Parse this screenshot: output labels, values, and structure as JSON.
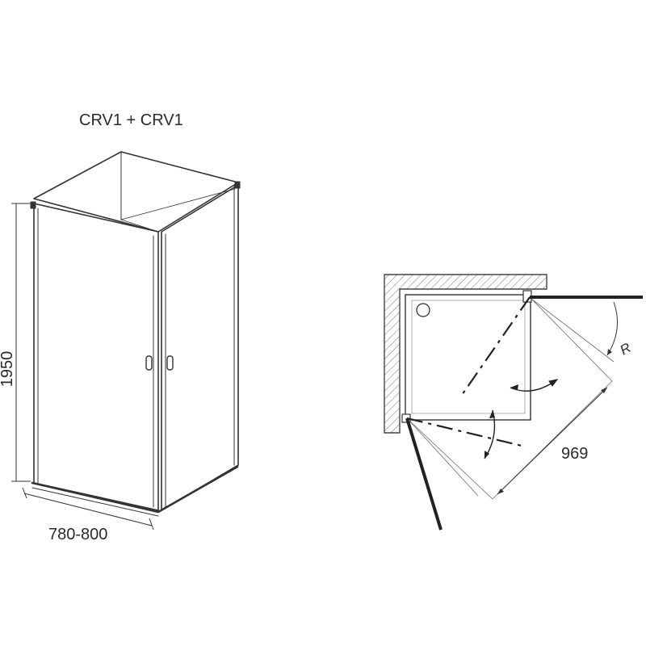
{
  "title": "CRV1 + CRV1",
  "dimensions": {
    "height": "1950",
    "width": "780-800",
    "door_swing": "969",
    "radius": "R"
  }
}
